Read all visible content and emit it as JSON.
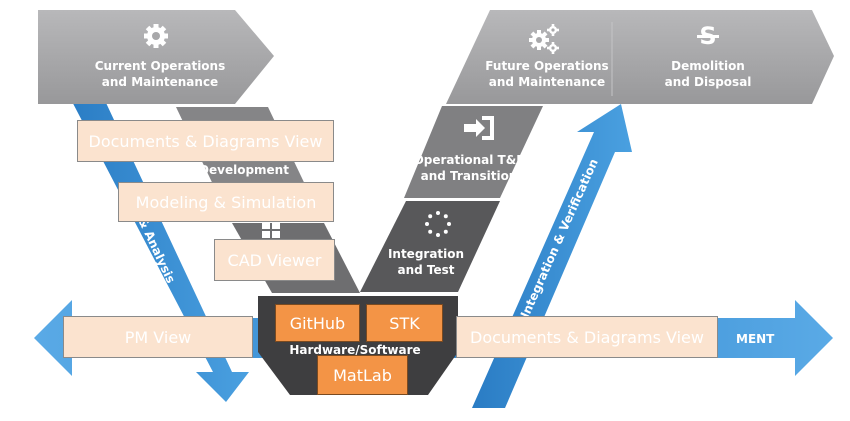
{
  "stages": {
    "current_ops": "Current Operations\nand Maintenance",
    "architecture": "Architecture\nDevelopment",
    "hw_sw": "Hardware/Software",
    "integration": "Integration\nand Test",
    "operational": "Operational T&E\nand Transition",
    "future_ops": "Future Operations\nand Maintenance",
    "demolition": "Demolition\nand Disposal"
  },
  "arrows": {
    "left_diagonal": "& Analysis",
    "right_diagonal": "Integration & Verification",
    "horizontal": "MENT"
  },
  "overlays": {
    "docs_top": "Documents & Diagrams View",
    "modeling": "Modeling & Simulation",
    "cad": "CAD Viewer",
    "pm": "PM View",
    "github": "GitHub",
    "stk": "STK",
    "matlab": "MatLab",
    "docs_right": "Documents & Diagrams View"
  },
  "colors": {
    "light_gray": "#a4a4a6",
    "mid_gray": "#6e6e70",
    "dark_gray": "#4a4a4c",
    "blue": "#3590d6",
    "overlay_peach": "#fbe3cf",
    "overlay_orange": "#f39446"
  },
  "icons": [
    "gear-icon",
    "gears-icon",
    "strikethrough-s-icon",
    "enter-arrow-icon",
    "dotted-circle-icon",
    "grid-icon"
  ]
}
